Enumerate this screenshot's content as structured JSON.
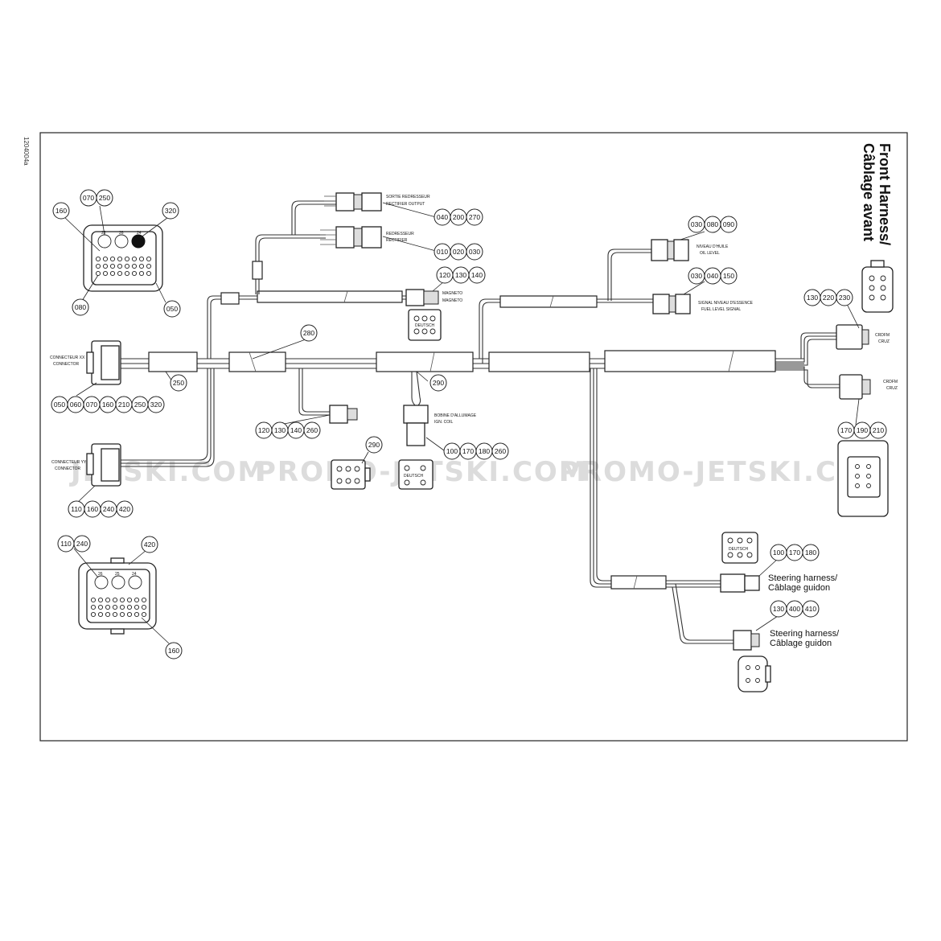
{
  "document": {
    "id": "1204004a",
    "title_line1": "Front Harness/",
    "title_line2": "Câblage avant",
    "watermark": [
      "JETSKI.COM",
      "PROMO-JETSKI.COM",
      "PROMO-JETSKI.COM"
    ]
  },
  "labels": {
    "sortie_redresseur": "SORTIE REDRESSEUR",
    "rectifier_output": "RECTIFIER OUTPUT",
    "redresseur": "REDRESSEUR",
    "rectifier": "RECTIFIER",
    "magneto": "MAGNETO",
    "deutsch": "DEUTSCH",
    "niveau_dhuile": "NIVEAU D'HUILE",
    "oil_level": "OIL LEVEL",
    "signal_niveau": "SIGNAL NIVEAU D'ESSENCE",
    "fuel_level_signal": "FUEL LEVEL SIGNAL",
    "connecteur_xx": "CONNECTEUR XX",
    "connector_top": "CONNECTOR",
    "connecteur_yy": "CONNECTEUR YY",
    "connector_bottom": "CONNECTOR",
    "bobine": "BOBINE D'ALLUMAGE",
    "bobine_en": "IGN. COIL",
    "crdfm_top": "CRDFM",
    "crdfm_top_sub": "CRUZ",
    "crdfm_bottom": "CRDFM",
    "crdfm_bottom_sub": "CRUZ",
    "deutsch_2": "DEUTSCH",
    "deutsch_3": "DEUTSCH",
    "steering_1_line1": "Steering harness/",
    "steering_1_line2": "Câblage guidon",
    "steering_2_line1": "Steering harness/",
    "steering_2_line2": "Câblage guidon",
    "pin_25": "25",
    "pin_26": "26",
    "pin_24": "24"
  },
  "callouts": {
    "c_070_250": [
      "070",
      "250"
    ],
    "c_160_a": [
      "160"
    ],
    "c_320": [
      "320"
    ],
    "c_080": [
      "080"
    ],
    "c_050": [
      "050"
    ],
    "c_040_200_270": [
      "040",
      "200",
      "270"
    ],
    "c_010_020_030": [
      "010",
      "020",
      "030"
    ],
    "c_120_130_140_a": [
      "120",
      "130",
      "140"
    ],
    "c_030_080_090": [
      "030",
      "080",
      "090"
    ],
    "c_030_040_150": [
      "030",
      "040",
      "150"
    ],
    "c_130_220_230": [
      "130",
      "220",
      "230"
    ],
    "c_280": [
      "280"
    ],
    "c_250_a": [
      "250"
    ],
    "c_290_a": [
      "290"
    ],
    "c_050_row": [
      "050",
      "060",
      "070",
      "160",
      "210",
      "250",
      "320"
    ],
    "c_120_row": [
      "120",
      "130",
      "140",
      "260"
    ],
    "c_100_row": [
      "100",
      "170",
      "180",
      "260"
    ],
    "c_170_190_210": [
      "170",
      "190",
      "210"
    ],
    "c_290_b": [
      "290"
    ],
    "c_110_row": [
      "110",
      "160",
      "240",
      "420"
    ],
    "c_110_240": [
      "110",
      "240"
    ],
    "c_420": [
      "420"
    ],
    "c_160_b": [
      "160"
    ],
    "c_100_170_180": [
      "100",
      "170",
      "180"
    ],
    "c_130_400_410": [
      "130",
      "400",
      "410"
    ]
  },
  "icons": [
    "connector-icon",
    "deutsch-connector-icon",
    "pin-layout-icon"
  ]
}
